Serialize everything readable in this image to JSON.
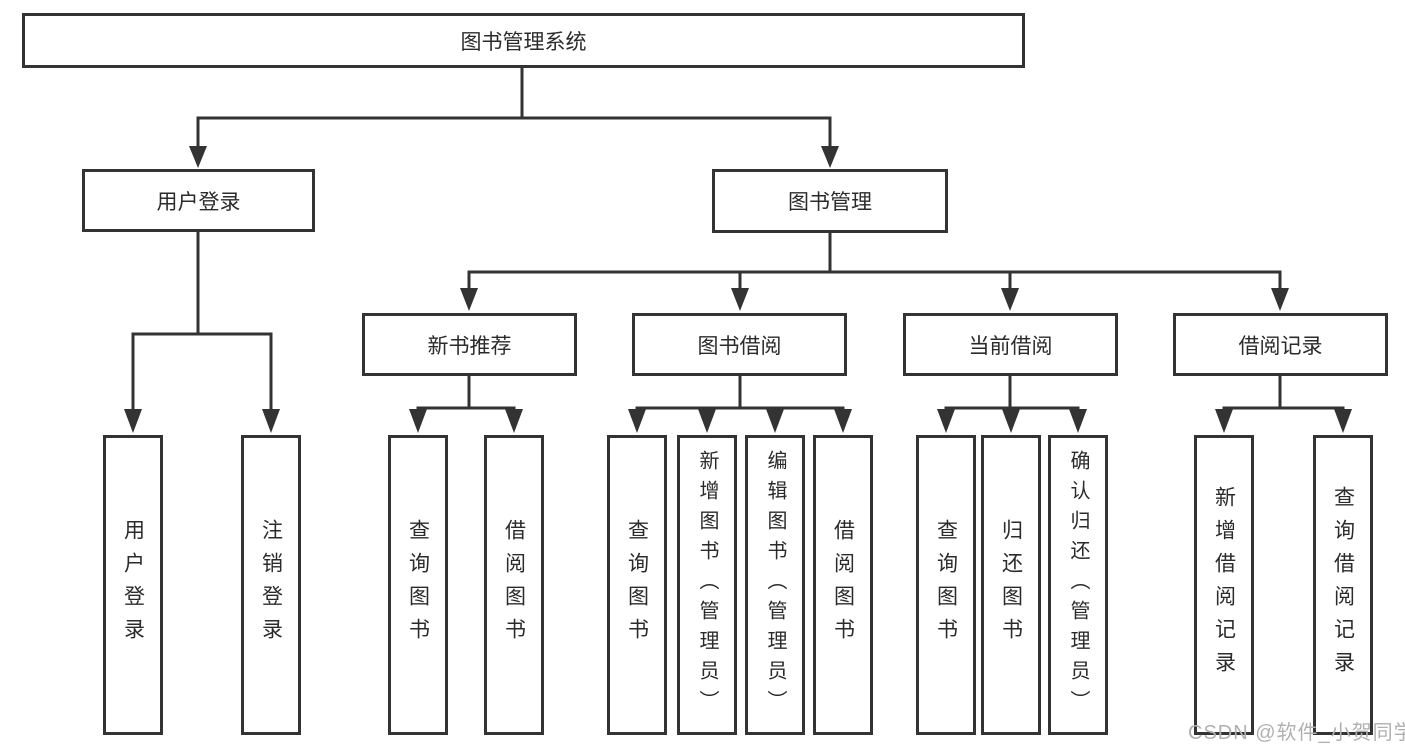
{
  "title": {
    "label": "图书管理系统"
  },
  "tree": {
    "level2": [
      {
        "label": "用户登录"
      },
      {
        "label": "图书管理"
      }
    ],
    "login_children": [
      "用户登录",
      "注销登录"
    ],
    "groups": [
      {
        "label": "新书推荐",
        "children": [
          "查询图书",
          "借阅图书"
        ]
      },
      {
        "label": "图书借阅",
        "children": [
          "查询图书",
          "新增图书（管理员）",
          "编辑图书（管理员）",
          "借阅图书"
        ]
      },
      {
        "label": "当前借阅",
        "children": [
          "查询图书",
          "归还图书",
          "确认归还（管理员）"
        ]
      },
      {
        "label": "借阅记录",
        "children": [
          "新增借阅记录",
          "查询借阅记录"
        ]
      }
    ]
  },
  "watermark": "CSDN @软件_小贺同学",
  "colors": {
    "line": "#333333",
    "text": "#2b2b2b",
    "box_background": "#ffffff",
    "watermark": "#b0b0b0",
    "background": "#ffffff"
  }
}
